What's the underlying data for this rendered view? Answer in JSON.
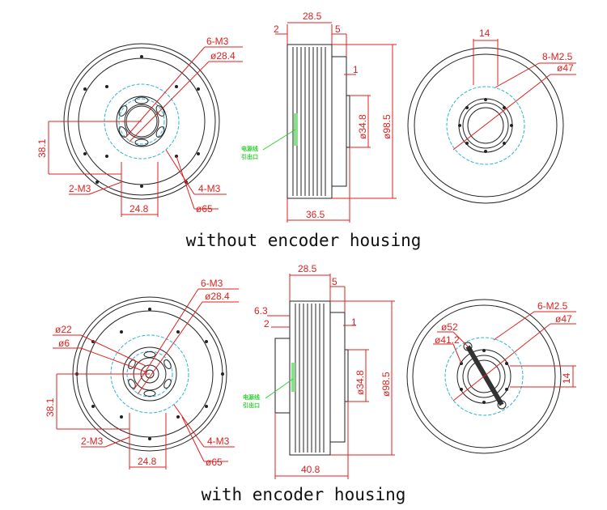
{
  "captions": {
    "top": "without encoder housing",
    "bottom": "with encoder housing"
  },
  "top": {
    "front": {
      "holes_m3": "6-M3",
      "dia_284": "ø28.4",
      "dim_381": "38.1",
      "holes_2m3": "2-M3",
      "holes_4m3": "4-M3",
      "dia_65": "ø65",
      "dim_248": "24.8"
    },
    "side": {
      "dim_285": "28.5",
      "dim_2": "2",
      "dim_5": "5",
      "dim_1": "1",
      "dia_348": "ø34.8",
      "dia_985": "ø98.5",
      "dim_365": "36.5",
      "cable_label_1": "电源线",
      "cable_label_2": "引出口"
    },
    "back": {
      "dim_14": "14",
      "holes_m25": "8-M2.5",
      "dia_47": "ø47"
    }
  },
  "bottom": {
    "front": {
      "holes_m3": "6-M3",
      "dia_284": "ø28.4",
      "dia_22": "ø22",
      "dia_6": "ø6",
      "dim_381": "38.1",
      "holes_2m3": "2-M3",
      "holes_4m3": "4-M3",
      "dia_65": "ø65",
      "dim_248": "24.8"
    },
    "side": {
      "dim_285": "28.5",
      "dim_5": "5",
      "dim_63": "6.3",
      "dim_2": "2",
      "dim_1": "1",
      "dia_348": "ø34.8",
      "dia_985": "ø98.5",
      "dim_408": "40.8",
      "cable_label_1": "电源线",
      "cable_label_2": "引出口"
    },
    "back": {
      "dia_52": "ø52",
      "dia_412": "ø41.2",
      "holes_m25": "6-M2.5",
      "dia_47": "ø47",
      "dim_14": "14"
    }
  },
  "colors": {
    "dimension": "#e0201e",
    "outline": "#222222",
    "pitch_circle": "#2ab4d8",
    "cable_note": "#2fd02f"
  }
}
